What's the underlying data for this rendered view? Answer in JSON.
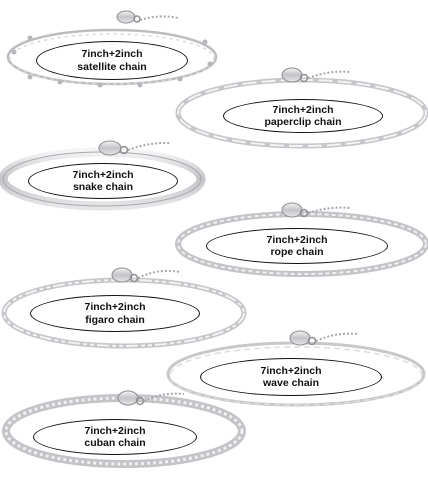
{
  "colors": {
    "silver": "#cfcfd1",
    "silver_dark": "#9a9a9e",
    "silver_light": "#f3f3f5",
    "label_border": "#111111",
    "label_text": "#111111"
  },
  "bracelets": [
    {
      "id": "satellite",
      "length": "7inch+2inch",
      "name": "satellite chain"
    },
    {
      "id": "paperclip",
      "length": "7inch+2inch",
      "name": "paperclip chain"
    },
    {
      "id": "snake",
      "length": "7inch+2inch",
      "name": "snake chain"
    },
    {
      "id": "rope",
      "length": "7inch+2inch",
      "name": "rope chain"
    },
    {
      "id": "figaro",
      "length": "7inch+2inch",
      "name": "figaro chain"
    },
    {
      "id": "wave",
      "length": "7inch+2inch",
      "name": "wave chain"
    },
    {
      "id": "cuban",
      "length": "7inch+2inch",
      "name": "cuban chain"
    }
  ]
}
